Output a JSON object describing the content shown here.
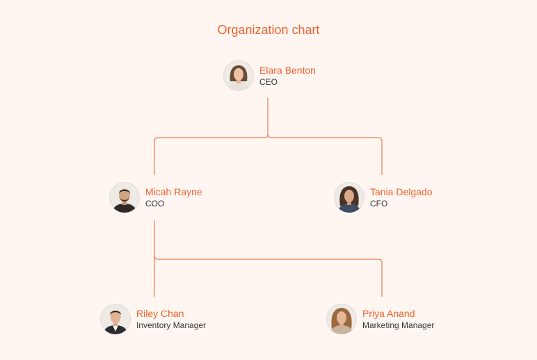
{
  "title": "Organization chart",
  "colors": {
    "accent": "#f0622d",
    "line": "#f07a4e",
    "background": "#fff6f2",
    "role_text": "#333333"
  },
  "nodes": [
    {
      "id": "ceo",
      "name": "Elara Benton",
      "role": "CEO",
      "avatar": "female-avatar-icon"
    },
    {
      "id": "coo",
      "name": "Micah Rayne",
      "role": "COO",
      "avatar": "male-avatar-icon"
    },
    {
      "id": "cfo",
      "name": "Tania Delgado",
      "role": "CFO",
      "avatar": "female-avatar-icon"
    },
    {
      "id": "inv",
      "name": "Riley Chan",
      "role": "Inventory Manager",
      "avatar": "male-avatar-icon"
    },
    {
      "id": "mkt",
      "name": "Priya Anand",
      "role": "Marketing Manager",
      "avatar": "female-avatar-icon"
    }
  ],
  "edges": [
    {
      "from": "ceo",
      "to": "coo"
    },
    {
      "from": "ceo",
      "to": "cfo"
    },
    {
      "from": "coo",
      "to": "inv"
    },
    {
      "from": "coo",
      "to": "mkt"
    }
  ]
}
